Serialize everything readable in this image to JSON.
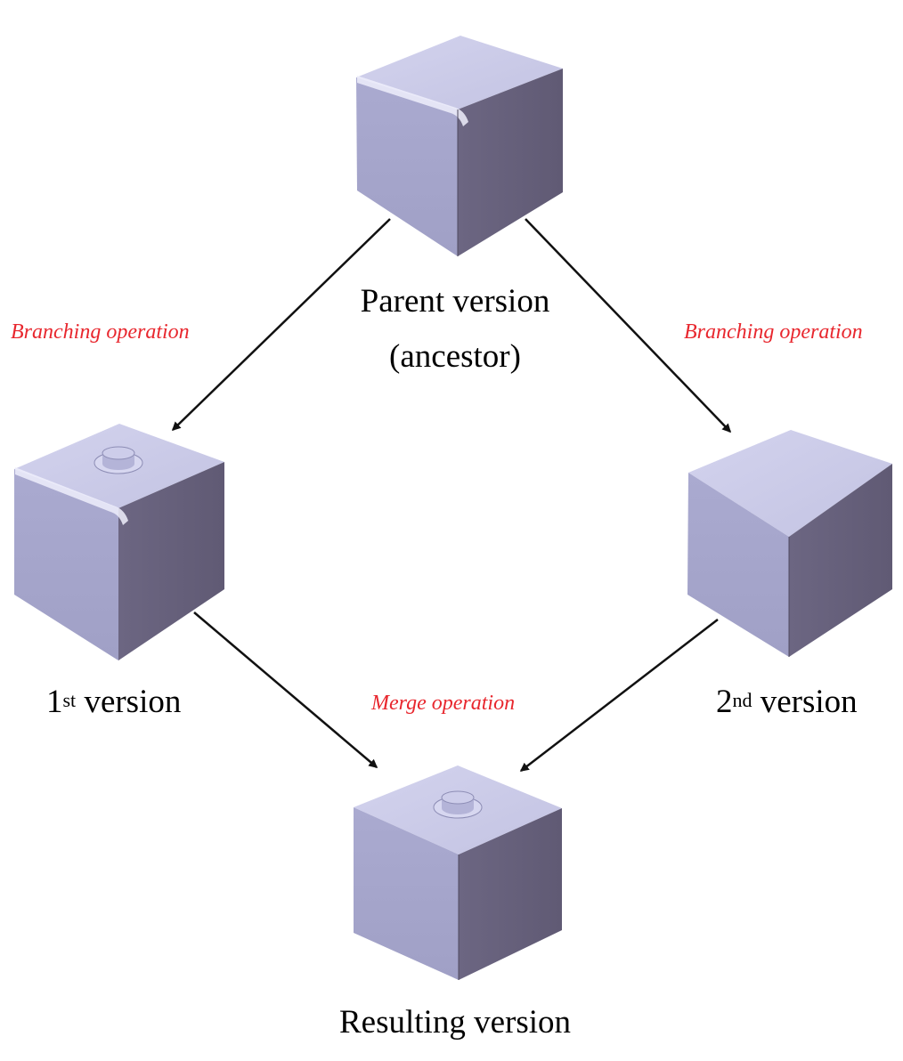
{
  "nodes": {
    "parent": {
      "line1": "Parent version",
      "line2": "(ancestor)"
    },
    "first": {
      "num": "1",
      "suffix": "st",
      "word": " version"
    },
    "second": {
      "num": "2",
      "suffix": "nd",
      "word": " version"
    },
    "result": {
      "label": "Resulting version"
    }
  },
  "operations": {
    "branch_left": "Branching operation",
    "branch_right": "Branching operation",
    "merge": "Merge operation"
  },
  "colors": {
    "face_top": "#c9c9e6",
    "face_left": "#a5a5cb",
    "face_right": "#666079",
    "fillet_highlight": "#efeffb",
    "arrow": "#111111",
    "operation_text": "#e8272e"
  }
}
